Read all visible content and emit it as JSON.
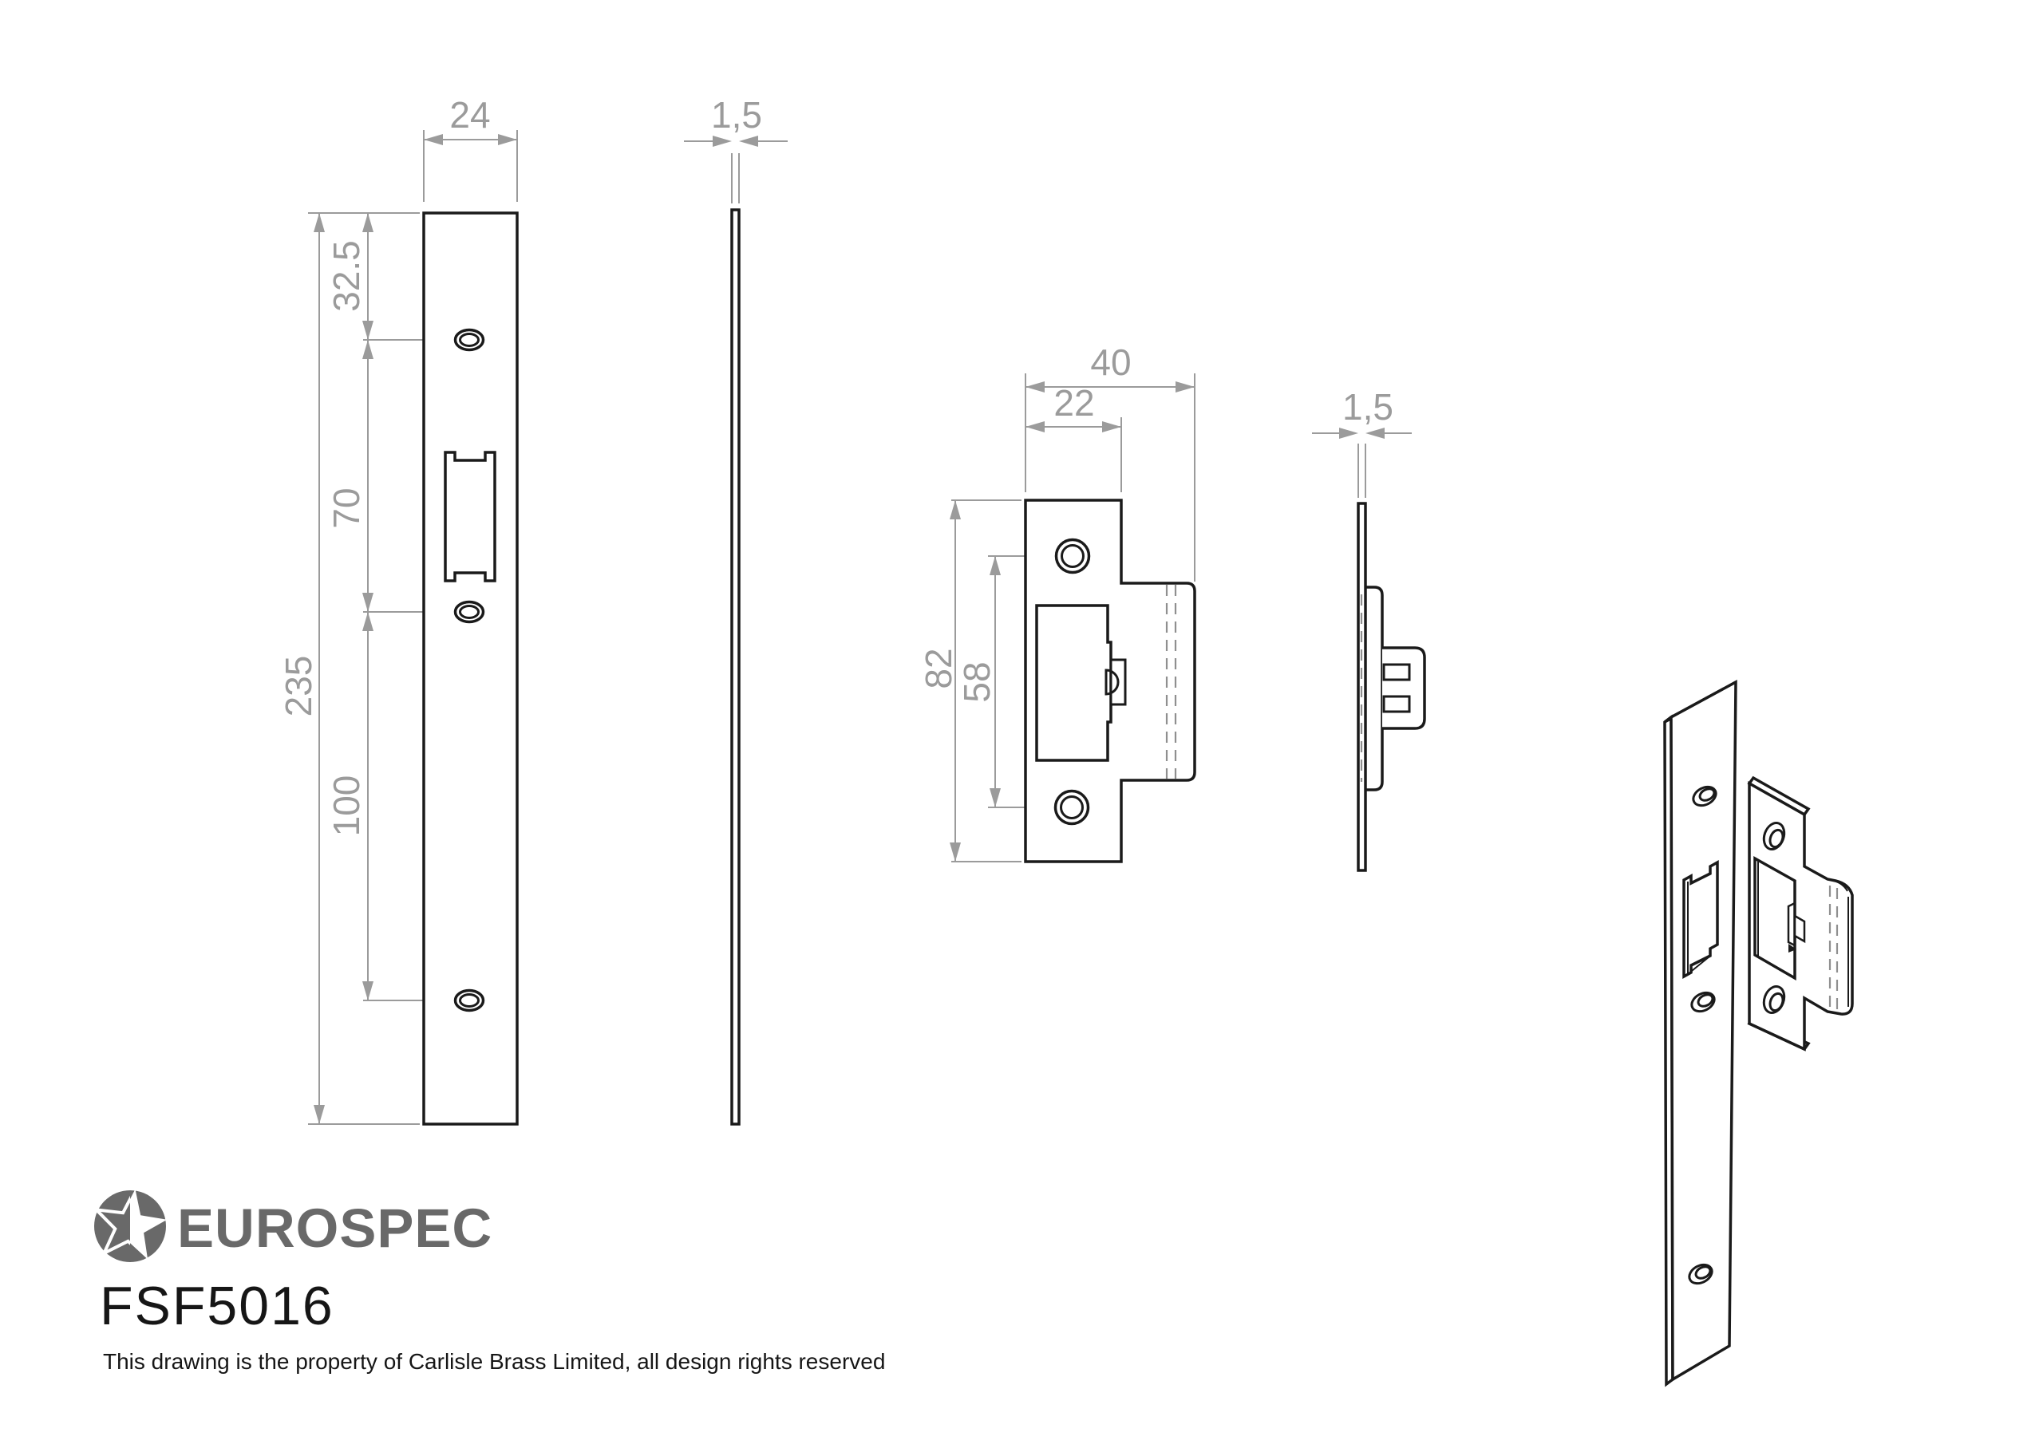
{
  "drawing": {
    "brand": "EUROSPEC",
    "product_code": "FSF5016",
    "copyright_note": "This drawing is the property of Carlisle Brass Limited, all design rights reserved"
  },
  "colors": {
    "line": "#1a1a1a",
    "dimension_gray": "#9b9b9b",
    "brand_gray": "#696969",
    "text_black": "#161616",
    "background": "#ffffff"
  },
  "views": {
    "forend_front": {
      "label": "forend faceplate front view",
      "dims": {
        "width": "24",
        "top_to_hole": "32.5",
        "hole_to_hole_upper": "70",
        "overall_length": "235",
        "hole_to_hole_lower": "100"
      }
    },
    "forend_side": {
      "label": "forend faceplate side view",
      "dims": {
        "thickness": "1,5"
      }
    },
    "strike_front": {
      "label": "strike plate front view",
      "dims": {
        "overall_width": "40",
        "plate_width": "22",
        "overall_height": "82",
        "hole_to_hole": "58"
      }
    },
    "strike_side": {
      "label": "strike plate side view",
      "dims": {
        "thickness": "1,5"
      }
    },
    "iso": {
      "label": "isometric assembly view"
    }
  }
}
